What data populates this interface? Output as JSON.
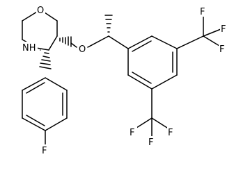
{
  "structure": {
    "labels": {
      "oxygen_ring": "O",
      "nitrogen": "NH",
      "oxygen_ether": "O",
      "fluorine_para": "F",
      "fluorine_cf3_top_1": "F",
      "fluorine_cf3_top_2": "F",
      "fluorine_cf3_top_3": "F",
      "fluorine_cf3_bottom_1": "F",
      "fluorine_cf3_bottom_2": "F",
      "fluorine_cf3_bottom_3": "F"
    }
  }
}
